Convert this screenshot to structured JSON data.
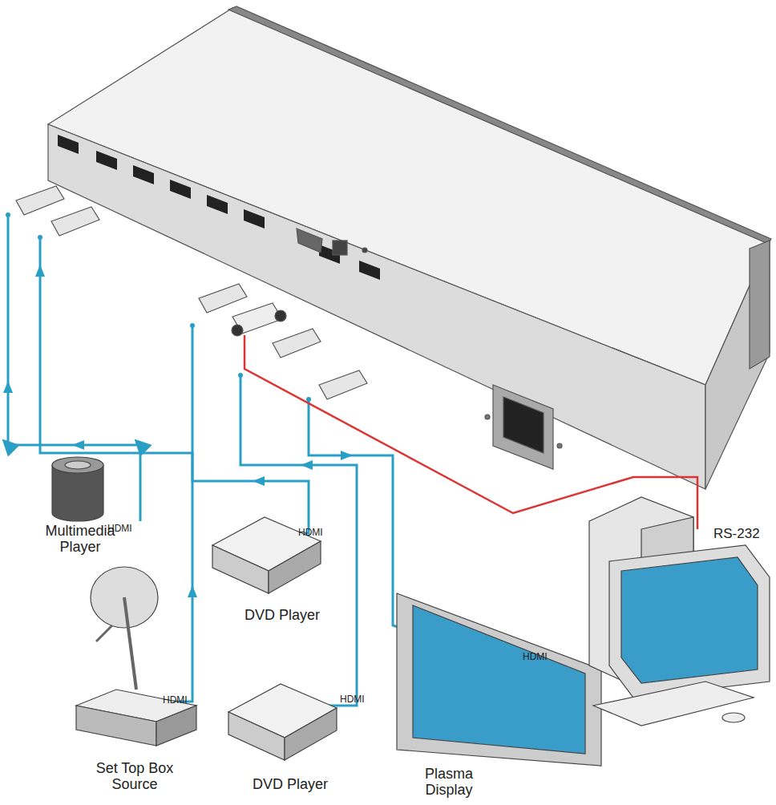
{
  "diagram": {
    "nodes": [
      {
        "text": [
          "Multimedia Player"
        ]
      },
      {
        "text": [
          "Set Top Box Source"
        ]
      },
      {
        "text": [
          "DVD Player"
        ]
      },
      {
        "text": [
          "DVD Player"
        ]
      },
      {
        "text": [
          "Plasma Display"
        ]
      }
    ],
    "labels": [
      "HDMI",
      "HDMI",
      "HDMI",
      "HDMI",
      "HDMI",
      "RS-232"
    ]
  }
}
